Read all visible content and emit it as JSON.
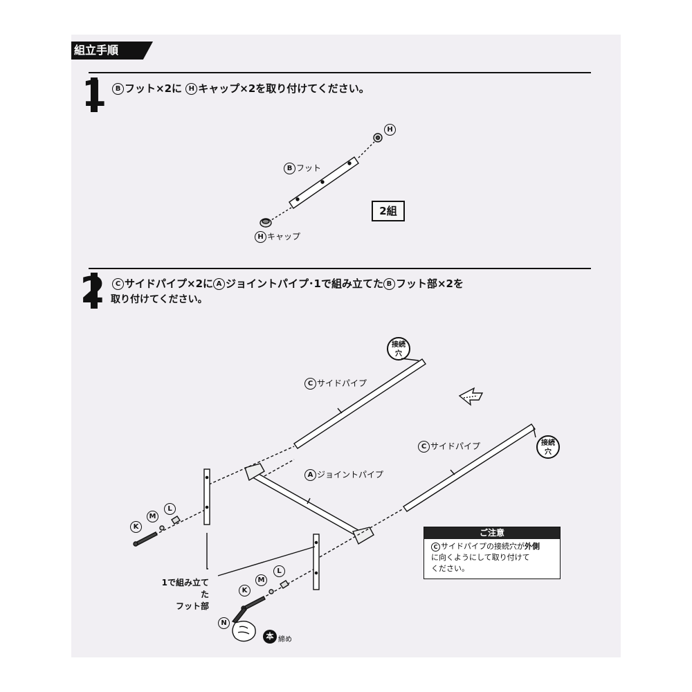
{
  "header": {
    "title": "組立手順"
  },
  "step1": {
    "number": "1",
    "b_letter": "B",
    "b_text": "フット×2に",
    "h_letter": "H",
    "h_text": "キャップ×2を取り付けてください。",
    "foot_letter": "B",
    "foot_label": "フット",
    "cap_letter": "H",
    "cap_label": "キャップ",
    "cap_top_letter": "H",
    "sets": "2組"
  },
  "step2": {
    "number": "2",
    "c_letter": "C",
    "c_text": "サイドパイプ×2に",
    "a_letter": "A",
    "a_text": "ジョイントパイプ･1で組み立てた",
    "b_letter": "B",
    "b_text": "フット部×2を",
    "line2": "取り付けてください。",
    "side_pipe_letter": "C",
    "side_pipe_label": "サイドパイプ",
    "joint_pipe_letter": "A",
    "joint_pipe_label": "ジョイントパイプ",
    "hole_badge_line1": "接続",
    "hole_badge_line2": "穴",
    "foot_assembly_line1": "1で組み立てた",
    "foot_assembly_line2": "フット部",
    "hw_k": "K",
    "hw_m": "M",
    "hw_l": "L",
    "hw_n": "N",
    "tighten_kanji": "本",
    "tighten_text": "締め"
  },
  "note": {
    "title": "ご注意",
    "c_letter": "C",
    "line1_a": "サイドパイプの接続穴が",
    "line1_b": "外側",
    "line2": "に向くようにして取り付けて",
    "line3": "ください。"
  }
}
